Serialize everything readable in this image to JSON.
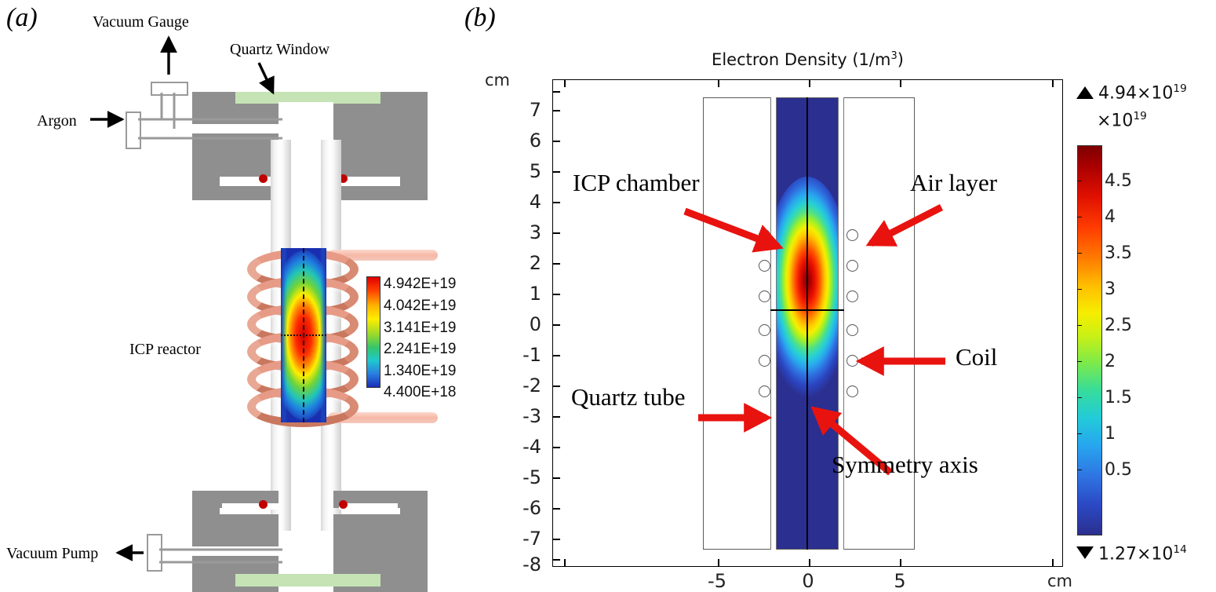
{
  "panels": {
    "a_label": "(a)",
    "b_label": "(b)"
  },
  "panel_a": {
    "labels": {
      "vacuum_gauge": "Vacuum Gauge",
      "quartz_window": "Quartz Window",
      "argon": "Argon",
      "icp_reactor": "ICP reactor",
      "vacuum_pump": "Vacuum Pump"
    },
    "legend_values": [
      "4.942E+19",
      "4.042E+19",
      "3.141E+19",
      "2.241E+19",
      "1.340E+19",
      "4.400E+18"
    ]
  },
  "panel_b": {
    "title": "Electron Density (1/m",
    "title_sup": "3",
    "title_close": ")",
    "y_unit": "cm",
    "x_unit": "cm",
    "annotations": {
      "icp_chamber": "ICP chamber",
      "air_layer": "Air layer",
      "coil": "Coil",
      "quartz_tube": "Quartz tube",
      "symmetry_axis": "Symmetry axis"
    },
    "colorbar": {
      "max_marker": "4.94×10",
      "max_exp": "19",
      "multiplier": "×10",
      "multiplier_exp": "19",
      "min_marker": "1.27×10",
      "min_exp": "14",
      "ticks": [
        "4.5",
        "4",
        "3.5",
        "3",
        "2.5",
        "2",
        "1.5",
        "1",
        "0.5"
      ]
    }
  },
  "chart_data": {
    "type": "heatmap",
    "title": "Electron Density (1/m^3)",
    "xlabel": "cm",
    "ylabel": "cm",
    "xlim": [
      -8,
      8
    ],
    "ylim": [
      -8,
      7.6
    ],
    "x_ticks": [
      -5,
      0,
      5
    ],
    "y_ticks": [
      7,
      6,
      5,
      4,
      3,
      2,
      1,
      0,
      -1,
      -2,
      -3,
      -4,
      -5,
      -6,
      -7,
      -8
    ],
    "grid": false,
    "colorbar": {
      "label": "Electron Density (1/m^3)",
      "scale_multiplier": 1e+19,
      "tick_values": [
        0.5,
        1,
        1.5,
        2,
        2.5,
        3,
        3.5,
        4,
        4.5
      ],
      "vmax_marker": 4.94e+19,
      "vmin_marker": 127000000000000.0,
      "colormap": "jet",
      "position": "right"
    },
    "geometry": {
      "air_layer_box": {
        "x": [
          -3.5,
          3.5
        ],
        "y": [
          -7.3,
          7.3
        ]
      },
      "quartz_tube_walls": {
        "inner_radius_cm": 1.45,
        "outer_radius_cm": 1.75
      },
      "icp_chamber": {
        "x": [
          -1.45,
          1.45
        ],
        "y": [
          -7.3,
          7.3
        ]
      },
      "coil_turns": 6,
      "coil_x_positions": [
        -1.65,
        1.65
      ],
      "coil_y_positions": [
        3,
        2,
        1,
        -0.1,
        -1.1,
        -2.1
      ],
      "symmetry_axis_x": 0
    },
    "field": {
      "peak_value": 4.94e+19,
      "peak_location": {
        "x": 0,
        "y": 0.6
      },
      "profile": "elliptical gaussian, radial half-width ~1.2 cm, axial half-width ~3.2 cm",
      "background_value": 127000000000000.0
    },
    "panel_a_legend": {
      "type": "discrete-colorbar",
      "values": [
        4.942e+19,
        4.042e+19,
        3.141e+19,
        2.241e+19,
        1.34e+19,
        4.4e+18
      ]
    }
  }
}
